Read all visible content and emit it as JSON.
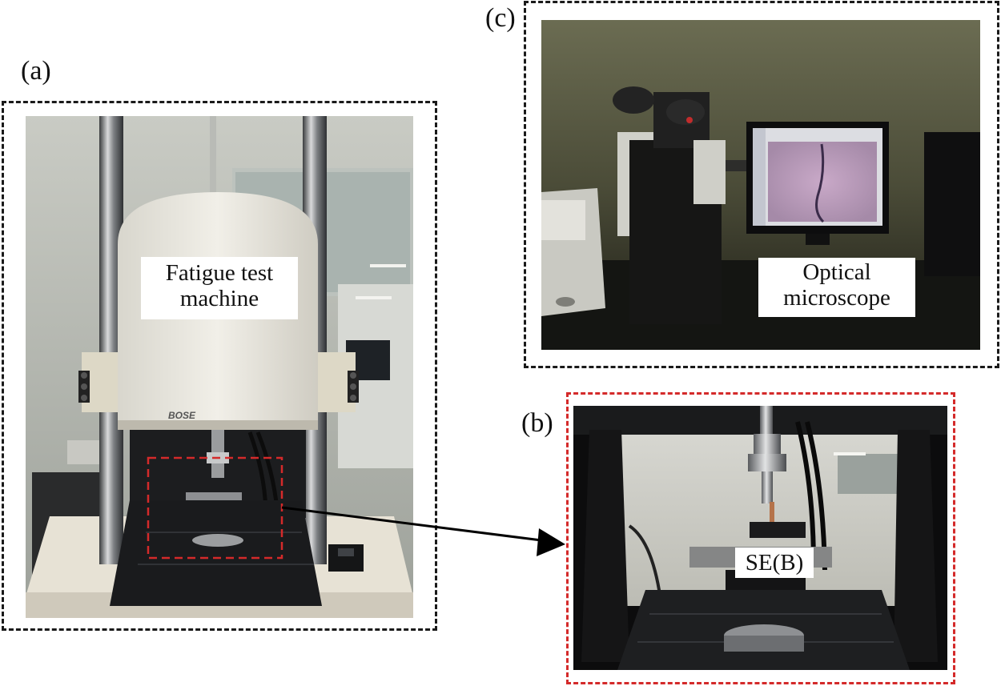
{
  "panels": {
    "a": {
      "label": "(a)",
      "caption_line1": "Fatigue test",
      "caption_line2": "machine"
    },
    "b": {
      "label": "(b)",
      "caption": "SE(B)"
    },
    "c": {
      "label": "(c)",
      "caption_line1": "Optical",
      "caption_line2": "microscope"
    }
  },
  "machine_brand": "BOSE",
  "colors": {
    "frame_black": "#1a1a1a",
    "frame_red": "#d42a2a",
    "arrow": "#000000"
  }
}
